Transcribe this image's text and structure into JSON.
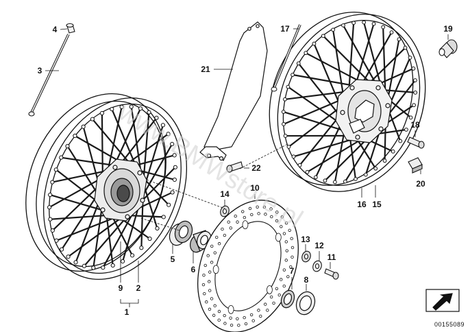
{
  "watermark": "www.BMWstore.pl",
  "reference_number": "00155089",
  "colors": {
    "ink": "#111111",
    "watermark": "#cfcfcf",
    "spoke": "#1a1a1a"
  },
  "icons": {
    "nav": "arrow-sign-icon"
  },
  "callouts": [
    "1",
    "2",
    "3",
    "4",
    "5",
    "6",
    "7",
    "8",
    "9",
    "10",
    "11",
    "12",
    "13",
    "14",
    "15",
    "16",
    "17",
    "18",
    "19",
    "20",
    "21",
    "22"
  ]
}
